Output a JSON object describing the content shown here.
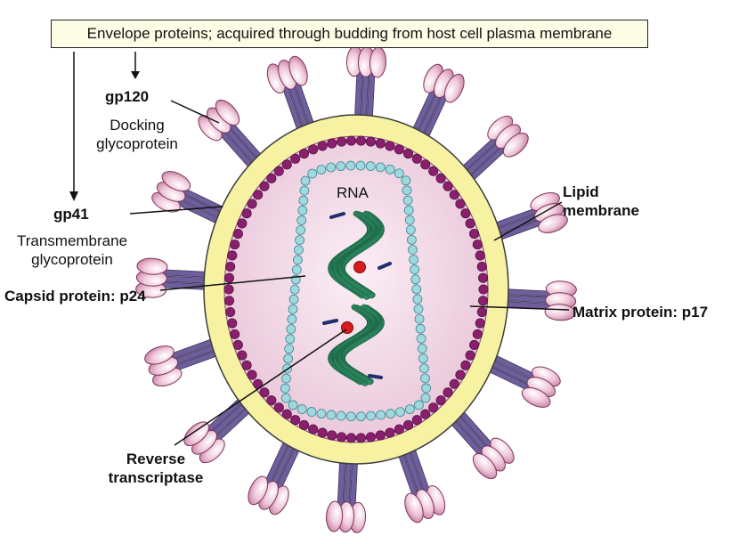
{
  "banner": "Envelope proteins; acquired through budding from host cell plasma membrane",
  "labels": {
    "gp120_title": "gp120",
    "gp120_line1": "Docking",
    "gp120_line2": "glycoprotein",
    "gp41_title": "gp41",
    "gp41_line1": "Transmembrane",
    "gp41_line2": "glycoprotein",
    "capsid": "Capsid protein: p24",
    "rna": "RNA",
    "lipid_line1": "Lipid",
    "lipid_line2": "membrane",
    "matrix": "Matrix protein: p17",
    "rt_line1": "Reverse",
    "rt_line2": "transcriptase"
  },
  "colors": {
    "envelope_yellow": "#f7f2a2",
    "interior_pink": "#f3dbe8",
    "matrix_purple": "#8a1f6e",
    "capsid_cyan": "#9fd8de",
    "spike_stalk": "#6e5f9c",
    "spike_head": "#e8b7cf",
    "rna_green": "#2f8a62",
    "rt_red": "#d81c1c"
  }
}
